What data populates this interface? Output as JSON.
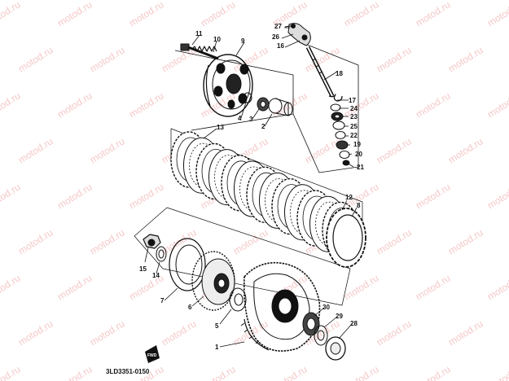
{
  "watermark": "motod.ru",
  "diagram_code": "3LD3351-0150",
  "fwd_label": "FWD",
  "parts": [
    "1",
    "2",
    "3",
    "4",
    "5",
    "6",
    "7",
    "8",
    "9",
    "10",
    "11",
    "12",
    "13",
    "14",
    "15",
    "16",
    "17",
    "18",
    "19",
    "20",
    "21",
    "22",
    "23",
    "24",
    "25",
    "26",
    "27",
    "28",
    "29",
    "30"
  ]
}
